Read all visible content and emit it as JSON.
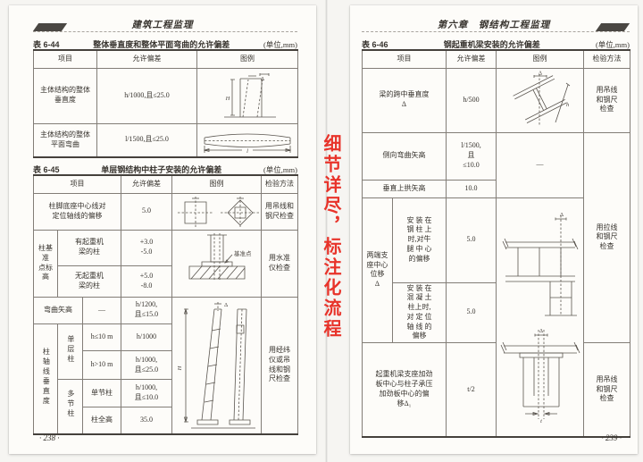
{
  "note": {
    "text": "细节详尽，标注化流程",
    "color": "#e8332a"
  },
  "symbols": {
    "delta": "Δ",
    "delta1": "Δ₁",
    "H": "H",
    "l": "l",
    "h": "h",
    "t": "t",
    "datum": "基准点"
  },
  "left": {
    "running_head": "建筑工程监理",
    "page_number": "· 238 ·",
    "t44": {
      "label": "表 6-44",
      "title": "整体垂直度和整体平面弯曲的允许偏差",
      "unit": "(单位,mm)",
      "h_item": "项目",
      "h_tol": "允许偏差",
      "h_legend": "图例",
      "r1_item": "主体结构的整体\n垂直度",
      "r1_tol": "h/1000,且≤25.0",
      "r2_item": "主体结构的整体\n平面弯曲",
      "r2_tol": "l/1500,且≤25.0"
    },
    "t45": {
      "label": "表 6-45",
      "title": "单层钢结构中柱子安装的允许偏差",
      "unit": "(单位,mm)",
      "h_item": "项目",
      "h_tol": "允许偏差",
      "h_legend": "图例",
      "h_method": "检验方法",
      "r1_item": "柱脚底座中心线对\n定位轴线的偏移",
      "r1_tol": "5.0",
      "r1_method": "用吊线和\n钢尺检查",
      "g2_label": "柱基准\n点标高",
      "r2a_item": "有起重机\n梁的柱",
      "r2a_tol": "+3.0\n-5.0",
      "r2b_item": "无起重机\n梁的柱",
      "r2b_tol": "+5.0\n-8.0",
      "g2_method": "用水准\n仪检查",
      "r3_item": "弯曲矢高",
      "r3_sub": "—",
      "r3_tol": "h/1200,\n且≤15.0",
      "g4_label": "柱轴线垂直度",
      "g4a_label": "单层柱",
      "g4b_label": "多节柱",
      "r4a_item": "h≤10 m",
      "r4a_tol": "h/1000",
      "r4b_item": "h>10 m",
      "r4b_tol": "h/1000,\n且≤25.0",
      "r4c_item": "单节柱",
      "r4c_tol": "h/1000,\n且≤10.0",
      "r4d_item": "柱全高",
      "r4d_tol": "35.0",
      "g34_method": "用经纬\n仪或吊\n线和钢\n尺检查"
    }
  },
  "right": {
    "running_head": "第六章　钢结构工程监理",
    "page_number": "· 239 ·",
    "t46": {
      "label": "表 6-46",
      "title": "钢起重机梁安装的允许偏差",
      "unit": "(单位,mm)",
      "h_item": "项目",
      "h_tol": "允许偏差",
      "h_legend": "图例",
      "h_method": "检验方法",
      "r1_item": "梁的跨中垂直度\nΔ",
      "r1_tol": "h/500",
      "r1_method": "用吊线\n和钢尺\n检查",
      "r2_item": "侧向弯曲矢高",
      "r2_tol": "l/1500,\n且\n≤10.0",
      "r23_legend": "—",
      "r3_item": "垂直上拱矢高",
      "r3_tol": "10.0",
      "g4_label": "两端支\n座中心\n位移\nΔ",
      "r4a_item": "安 装 在\n钢 柱 上\n时,对牛\n腿 中 心\n的偏移",
      "r4a_tol": "5.0",
      "r4b_item": "安 装 在\n混 凝 土\n柱上时,\n对 定 位\n轴 线 的\n偏移",
      "r4b_tol": "5.0",
      "g4_method": "用拉线\n和钢尺\n检查",
      "r5_item": "起重机梁支座加劲\n板中心与柱子承压\n加劲板中心的偏\n移Δ₁",
      "r5_tol": "t/2",
      "r5_method": "用吊线\n和钢尺\n检查"
    }
  }
}
